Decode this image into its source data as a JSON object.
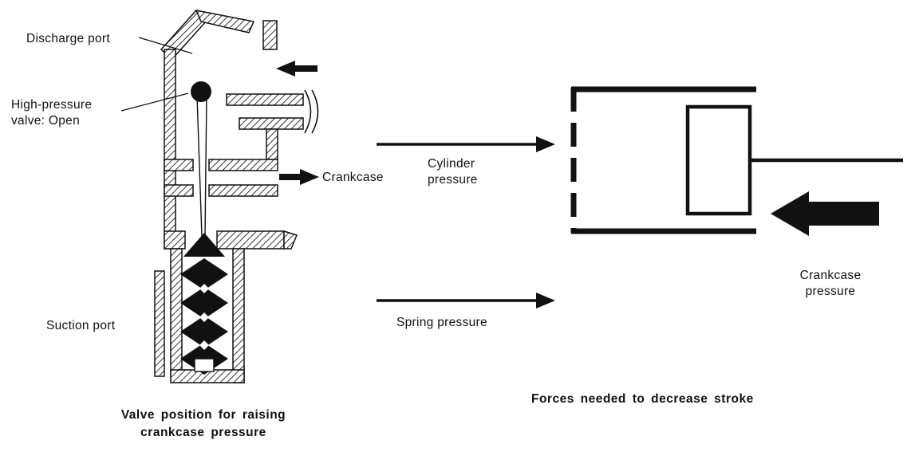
{
  "colors": {
    "ink": "#111111",
    "background": "#ffffff"
  },
  "left_diagram": {
    "labels": {
      "discharge_port": "Discharge port",
      "high_pressure_valve": "High-pressure\nvalve: Open",
      "crankcase": "Crankcase",
      "suction_port": "Suction port"
    },
    "caption": "Valve position for raising\ncrankcase pressure"
  },
  "force_arrows": {
    "cylinder_pressure": "Cylinder\npressure",
    "spring_pressure": "Spring pressure",
    "crankcase_pressure": "Crankcase\npressure"
  },
  "right_diagram": {
    "caption": "Forces needed to decrease stroke"
  }
}
